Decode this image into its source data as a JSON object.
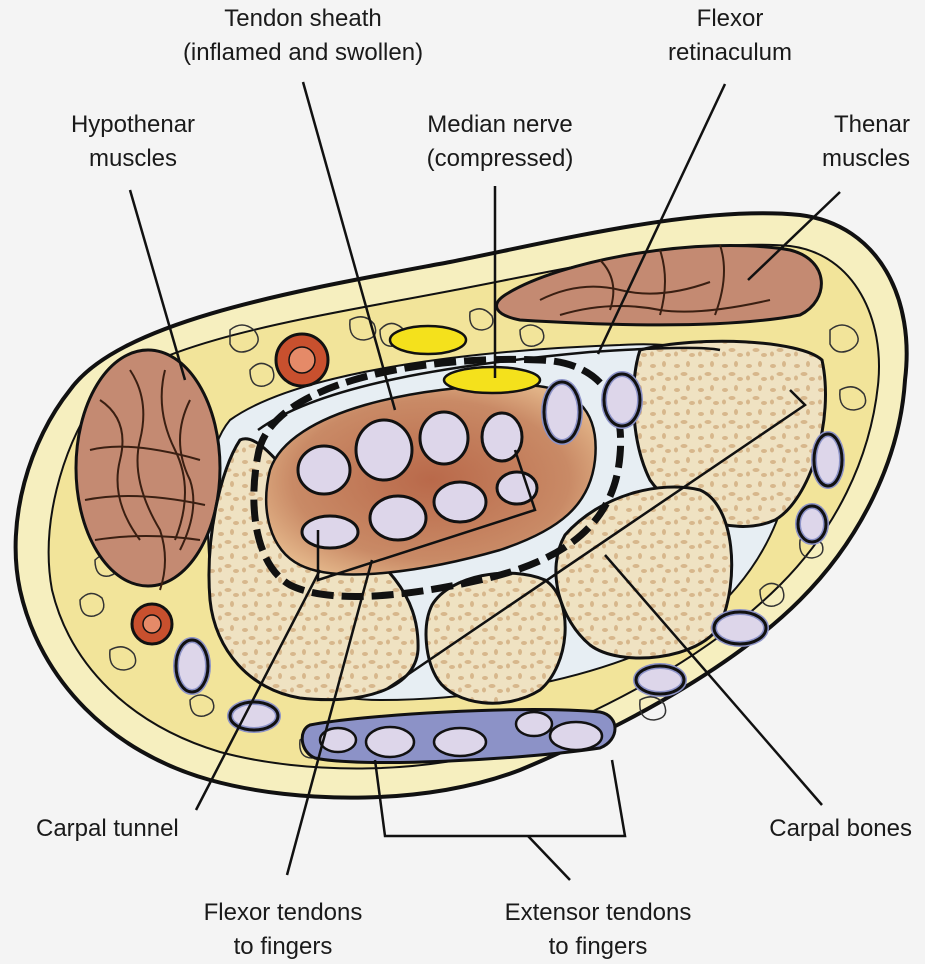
{
  "labels": {
    "tendon_sheath": [
      "Tendon sheath",
      "(inflamed and swollen)"
    ],
    "flexor_retinaculum": [
      "Flexor",
      "retinaculum"
    ],
    "hypothenar_muscles": [
      "Hypothenar",
      "muscles"
    ],
    "median_nerve": [
      "Median nerve",
      "(compressed)"
    ],
    "thenar_muscles": [
      "Thenar",
      "muscles"
    ],
    "carpal_tunnel": "Carpal tunnel",
    "carpal_bones": "Carpal bones",
    "flexor_tendons": [
      "Flexor tendons",
      "to fingers"
    ],
    "extensor_tendons": [
      "Extensor tendons",
      "to fingers"
    ]
  },
  "colors": {
    "skin": "#f6efbf",
    "fat_yellow": "#f2e49a",
    "muscle": "#c48a72",
    "bone": "#efe2c2",
    "bone_speckle": "#d7b78c",
    "tendon": "#ddd6ea",
    "tendon_rim": "#8c92c7",
    "nerve": "#f4e11c",
    "sheath": "#b86a4c",
    "vessel": "#c8502e",
    "tunnel_space": "#e7eef3",
    "outline": "#111111"
  }
}
